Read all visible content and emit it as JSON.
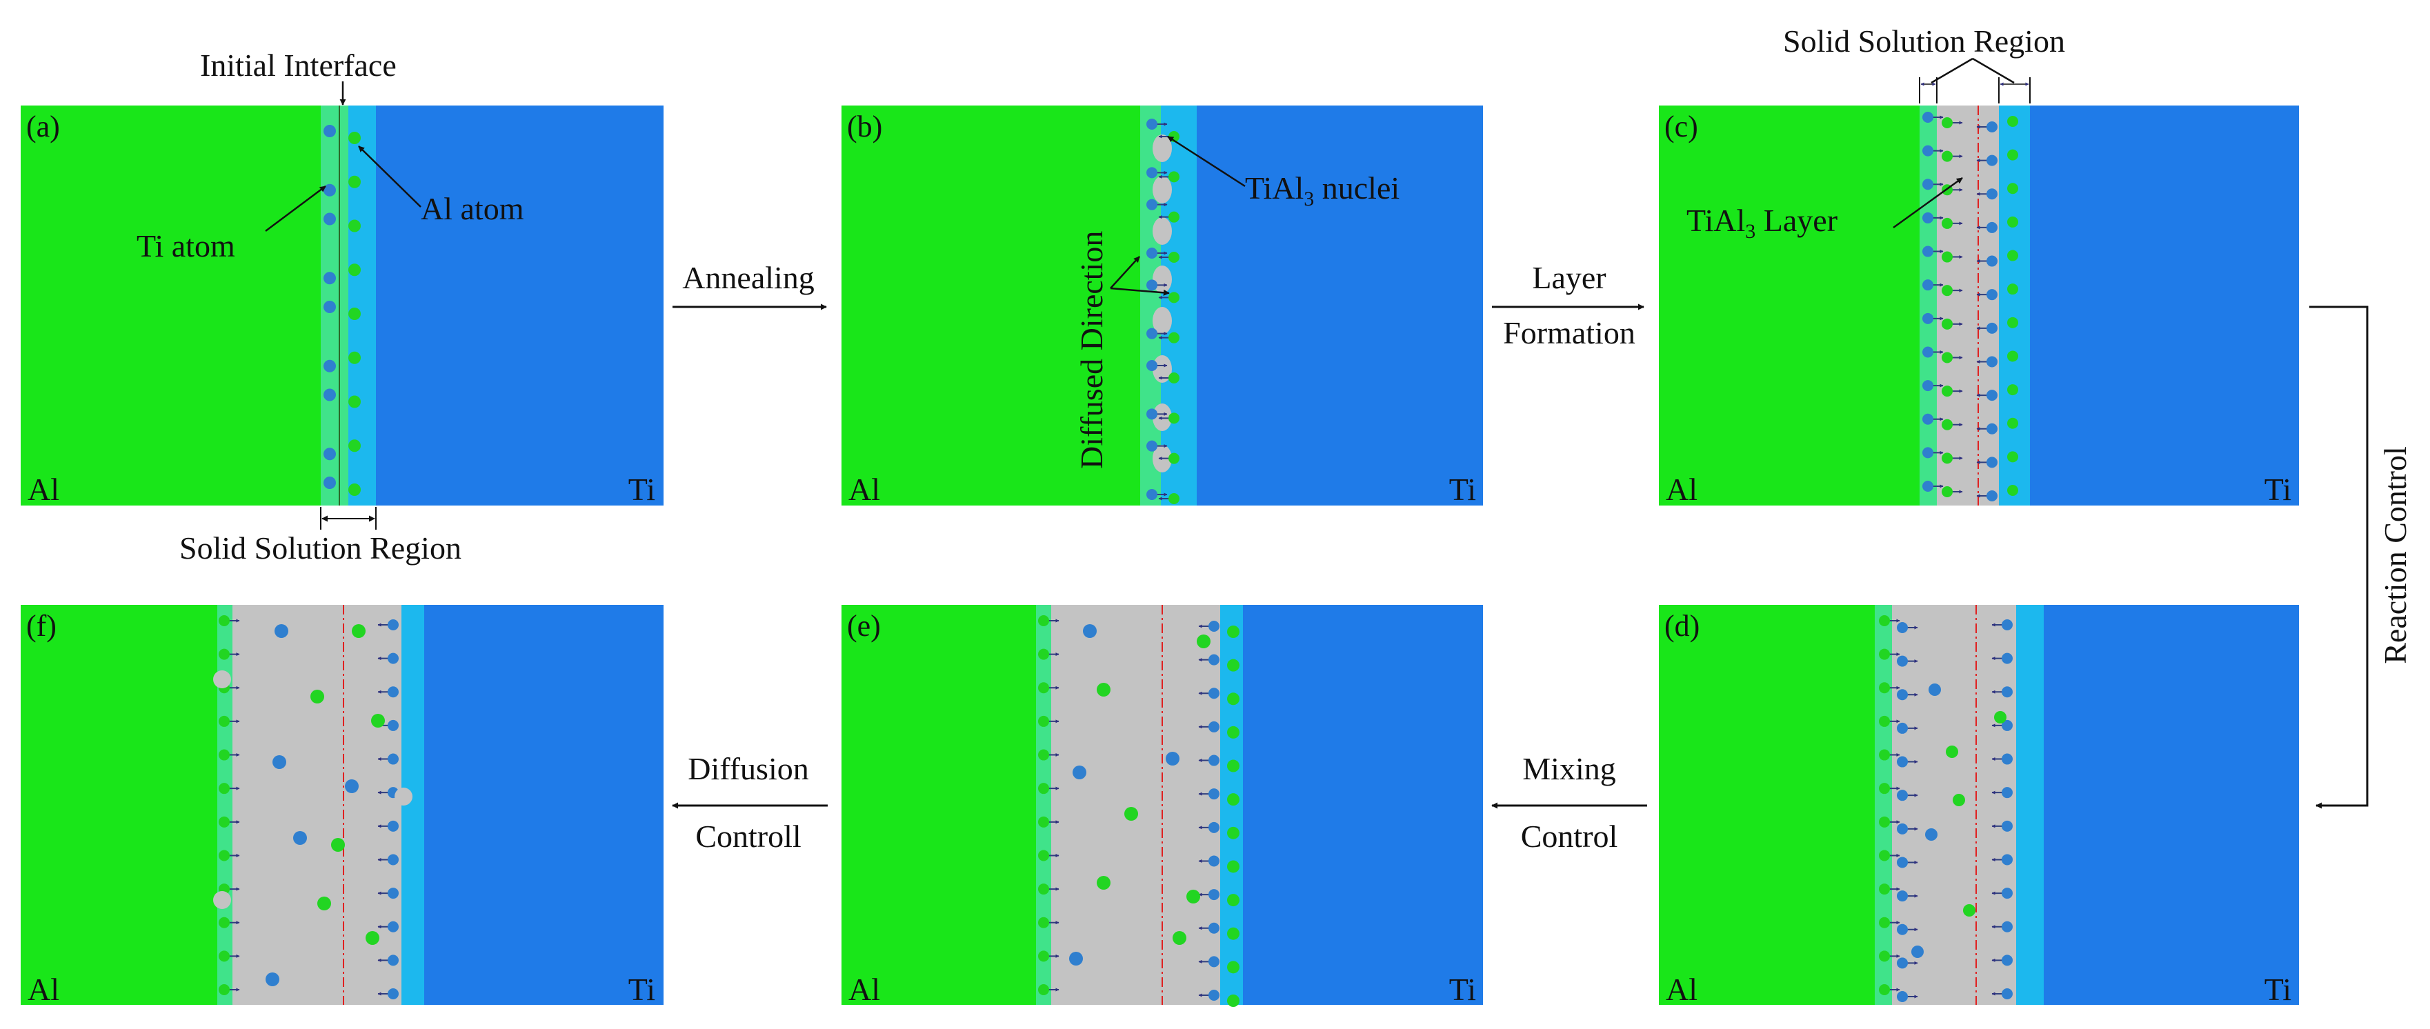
{
  "colors": {
    "al": "#19e619",
    "ti": "#1f7be8",
    "ss_al": "#40e38a",
    "ss_ti": "#1cb8ee",
    "tial3": "#c3c3c3",
    "ti_atom": "#2f7fcf",
    "al_atom": "#22d522",
    "midline": "#e02020"
  },
  "panels": [
    {
      "id": "a",
      "label": "(a)",
      "al": "Al",
      "ti": "Ti",
      "icon": "interface-panel"
    },
    {
      "id": "b",
      "label": "(b)",
      "al": "Al",
      "ti": "Ti",
      "icon": "nuclei-panel"
    },
    {
      "id": "c",
      "label": "(c)",
      "al": "Al",
      "ti": "Ti",
      "icon": "layer-panel"
    },
    {
      "id": "d",
      "label": "(d)",
      "al": "Al",
      "ti": "Ti",
      "icon": "mixing-panel"
    },
    {
      "id": "e",
      "label": "(e)",
      "al": "Al",
      "ti": "Ti",
      "icon": "growth-panel"
    },
    {
      "id": "f",
      "label": "(f)",
      "al": "Al",
      "ti": "Ti",
      "icon": "diffusion-panel"
    }
  ],
  "annotations": {
    "initial_interface": "Initial Interface",
    "ti_atom": "Ti atom",
    "al_atom": "Al atom",
    "solid_solution_a": "Solid Solution Region",
    "diffused_direction": "Diffused Direction",
    "tial3_nuclei_prefix": "TiAl",
    "tial3_nuclei_sub": "3",
    "tial3_nuclei_suffix": " nuclei",
    "solid_solution_c": "Solid Solution Region",
    "tial3_layer_prefix": "TiAl",
    "tial3_layer_sub": "3",
    "tial3_layer_suffix": " Layer"
  },
  "arrows": {
    "annealing": "Annealing",
    "layer_1": "Layer",
    "layer_2": "Formation",
    "reaction_control": "Reaction Control",
    "mixing_1": "Mixing",
    "mixing_2": "Control",
    "diffusion_1": "Diffusion",
    "diffusion_2": "Controll"
  }
}
